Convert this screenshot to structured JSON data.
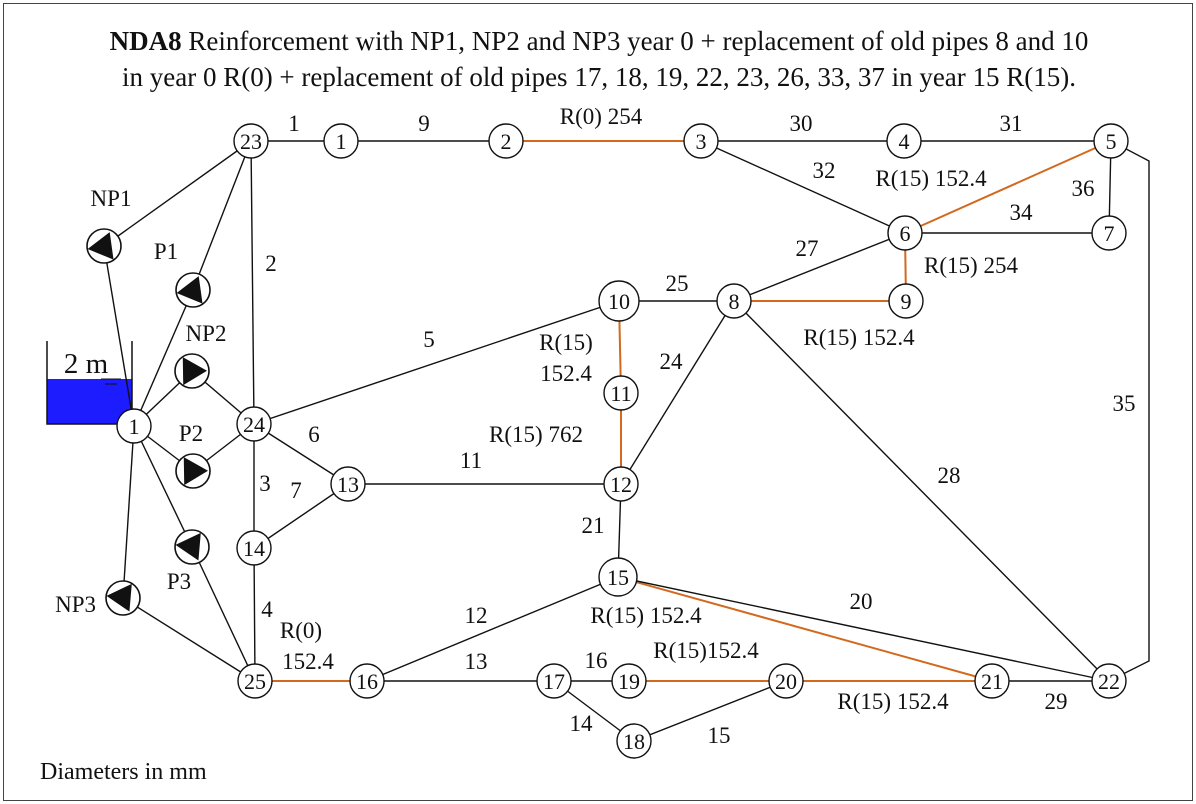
{
  "header": {
    "code": "NDA8",
    "line1": "Reinforcement with NP1, NP2 and NP3 year 0 + replacement of old pipes 8 and 10",
    "line2": "in year 0 R(0) + replacement of old pipes 17, 18, 19, 22, 23, 26, 33, 37 in year 15 R(15)."
  },
  "reservoir_label": "2 m",
  "footer_note": "Diameters in mm",
  "colors": {
    "pipe": "#111111",
    "replaced_pipe": "#d2691e",
    "water": "#1c1cff",
    "node_fill": "#ffffff"
  },
  "nodes": [
    {
      "id": "n1",
      "label": "1"
    },
    {
      "id": "n23",
      "label": "23"
    },
    {
      "id": "n24",
      "label": "24"
    },
    {
      "id": "n25",
      "label": "25"
    },
    {
      "id": "t1",
      "label": "1"
    },
    {
      "id": "t2",
      "label": "2"
    },
    {
      "id": "t3",
      "label": "3"
    },
    {
      "id": "t4",
      "label": "4"
    },
    {
      "id": "t5",
      "label": "5"
    },
    {
      "id": "t6",
      "label": "6"
    },
    {
      "id": "t7",
      "label": "7"
    },
    {
      "id": "t8",
      "label": "8"
    },
    {
      "id": "t9",
      "label": "9"
    },
    {
      "id": "t10",
      "label": "10"
    },
    {
      "id": "t11",
      "label": "11"
    },
    {
      "id": "t12",
      "label": "12"
    },
    {
      "id": "t13",
      "label": "13"
    },
    {
      "id": "t14",
      "label": "14"
    },
    {
      "id": "t15",
      "label": "15"
    },
    {
      "id": "t16",
      "label": "16"
    },
    {
      "id": "t17",
      "label": "17"
    },
    {
      "id": "t18",
      "label": "18"
    },
    {
      "id": "t19",
      "label": "19"
    },
    {
      "id": "t20",
      "label": "20"
    },
    {
      "id": "t21",
      "label": "21"
    },
    {
      "id": "t22",
      "label": "22"
    }
  ],
  "pumps": [
    {
      "id": "NP1",
      "label": "NP1"
    },
    {
      "id": "P1",
      "label": "P1"
    },
    {
      "id": "NP2",
      "label": "NP2"
    },
    {
      "id": "P2",
      "label": "P2"
    },
    {
      "id": "P3",
      "label": "P3"
    },
    {
      "id": "NP3",
      "label": "NP3"
    }
  ],
  "pipes": [
    {
      "id": "p1",
      "from": "n23",
      "to": "t1",
      "label": "1",
      "replaced": false
    },
    {
      "id": "p9",
      "from": "t1",
      "to": "t2",
      "label": "9",
      "replaced": false
    },
    {
      "id": "p2r",
      "from": "t2",
      "to": "t3",
      "label": "R(0) 254",
      "replaced": true
    },
    {
      "id": "p30",
      "from": "t3",
      "to": "t4",
      "label": "30",
      "replaced": false
    },
    {
      "id": "p31",
      "from": "t4",
      "to": "t5",
      "label": "31",
      "replaced": false
    },
    {
      "id": "p32",
      "from": "t3",
      "to": "t6",
      "label": "32",
      "replaced": false
    },
    {
      "id": "p56",
      "from": "t5",
      "to": "t6",
      "label": "R(15) 152.4",
      "replaced": true
    },
    {
      "id": "p36",
      "from": "t5",
      "to": "t7",
      "label": "36",
      "replaced": false
    },
    {
      "id": "p34",
      "from": "t6",
      "to": "t7",
      "label": "34",
      "replaced": false
    },
    {
      "id": "p27",
      "from": "t8",
      "to": "t6",
      "label": "27",
      "replaced": false
    },
    {
      "id": "p69",
      "from": "t6",
      "to": "t9",
      "label": "R(15) 254",
      "replaced": true
    },
    {
      "id": "p89",
      "from": "t8",
      "to": "t9",
      "label": "R(15) 152.4",
      "replaced": true
    },
    {
      "id": "p25",
      "from": "t10",
      "to": "t8",
      "label": "25",
      "replaced": false
    },
    {
      "id": "p1011",
      "from": "t10",
      "to": "t11",
      "label": "R(15) 152.4",
      "replaced": true
    },
    {
      "id": "p1112",
      "from": "t11",
      "to": "t12",
      "label": "R(15) 762",
      "replaced": true
    },
    {
      "id": "p24",
      "from": "t12",
      "to": "t8",
      "label": "24",
      "replaced": false
    },
    {
      "id": "p28",
      "from": "t8",
      "to": "t22",
      "label": "28",
      "replaced": false
    },
    {
      "id": "p5",
      "from": "n24",
      "to": "t10",
      "label": "5",
      "replaced": false
    },
    {
      "id": "p11",
      "from": "t13",
      "to": "t12",
      "label": "11",
      "replaced": false
    },
    {
      "id": "p6",
      "from": "n24",
      "to": "t13",
      "label": "6",
      "replaced": false
    },
    {
      "id": "p7",
      "from": "t14",
      "to": "t13",
      "label": "7",
      "replaced": false
    },
    {
      "id": "p21",
      "from": "t12",
      "to": "t15",
      "label": "21",
      "replaced": false
    },
    {
      "id": "p12",
      "from": "t16",
      "to": "t15",
      "label": "12",
      "replaced": false
    },
    {
      "id": "p1521",
      "from": "t15",
      "to": "t21",
      "label": "R(15) 152.4",
      "replaced": true
    },
    {
      "id": "p20",
      "from": "t15",
      "to": "t22",
      "label": "20",
      "replaced": false
    },
    {
      "id": "p13",
      "from": "t16",
      "to": "t17",
      "label": "13",
      "replaced": false
    },
    {
      "id": "p16",
      "from": "t17",
      "to": "t19",
      "label": "16",
      "replaced": false
    },
    {
      "id": "p1920",
      "from": "t19",
      "to": "t20",
      "label": "R(15)152.4",
      "replaced": true
    },
    {
      "id": "p14",
      "from": "t17",
      "to": "t18",
      "label": "14",
      "replaced": false
    },
    {
      "id": "p15",
      "from": "t18",
      "to": "t20",
      "label": "15",
      "replaced": false
    },
    {
      "id": "p2021",
      "from": "t20",
      "to": "t21",
      "label": "R(15) 152.4",
      "replaced": true
    },
    {
      "id": "p29",
      "from": "t21",
      "to": "t22",
      "label": "29",
      "replaced": false
    },
    {
      "id": "p35",
      "from": "t5",
      "to": "t22",
      "label": "35",
      "replaced": false
    },
    {
      "id": "p2",
      "from": "n23",
      "to": "n24",
      "label": "2",
      "replaced": false
    },
    {
      "id": "p3",
      "from": "n24",
      "to": "t14",
      "label": "3",
      "replaced": false
    },
    {
      "id": "p4",
      "from": "t14",
      "to": "n25",
      "label": "4",
      "replaced": false
    },
    {
      "id": "p8r",
      "from": "n25",
      "to": "t16",
      "label": "R(0) 152.4",
      "replaced": true
    }
  ]
}
